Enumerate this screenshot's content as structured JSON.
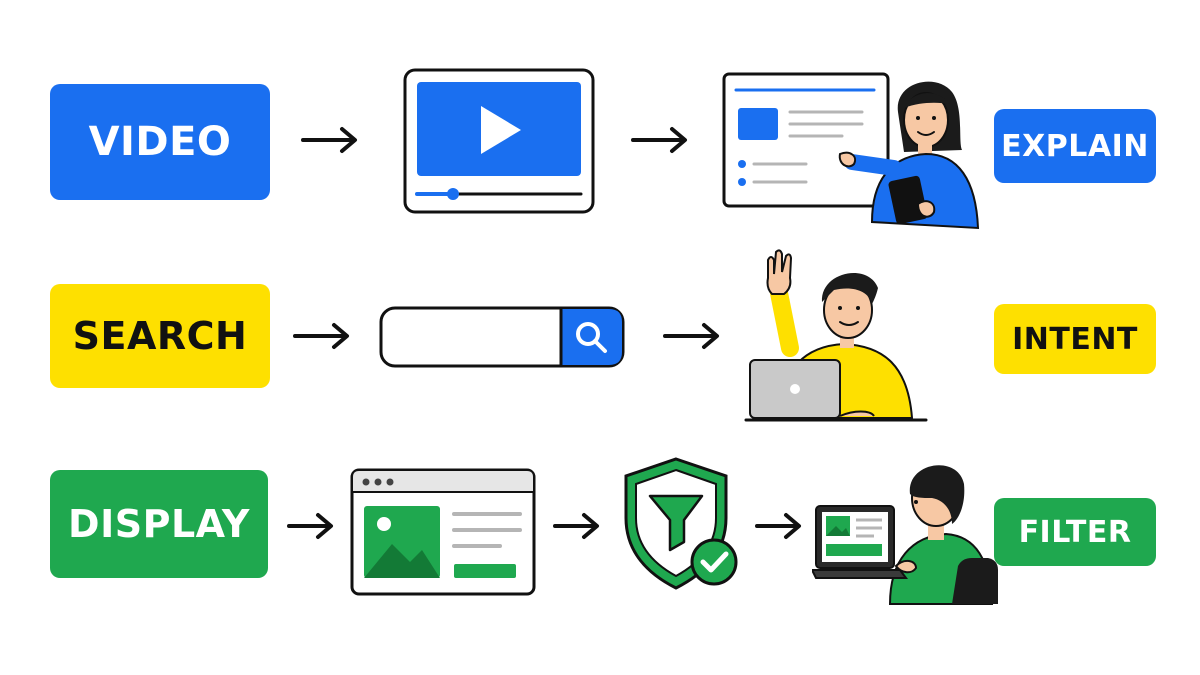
{
  "colors": {
    "blue": "#1a6ff0",
    "yellow": "#fee000",
    "green": "#1fa84f",
    "ink": "#111111",
    "skin": "#f7c8a4",
    "hair": "#1b1b1b"
  },
  "rows": [
    {
      "start_label": "VIDEO",
      "steps": [
        "video-player-icon",
        "presentation-screen-with-presenter"
      ],
      "end_label": "EXPLAIN"
    },
    {
      "start_label": "SEARCH",
      "steps": [
        "search-bar-icon",
        "person-raising-hand-at-laptop"
      ],
      "end_label": "INTENT"
    },
    {
      "start_label": "DISPLAY",
      "steps": [
        "web-page-with-image-icon",
        "shield-funnel-check-icon",
        "person-at-laptop"
      ],
      "end_label": "FILTER"
    }
  ]
}
